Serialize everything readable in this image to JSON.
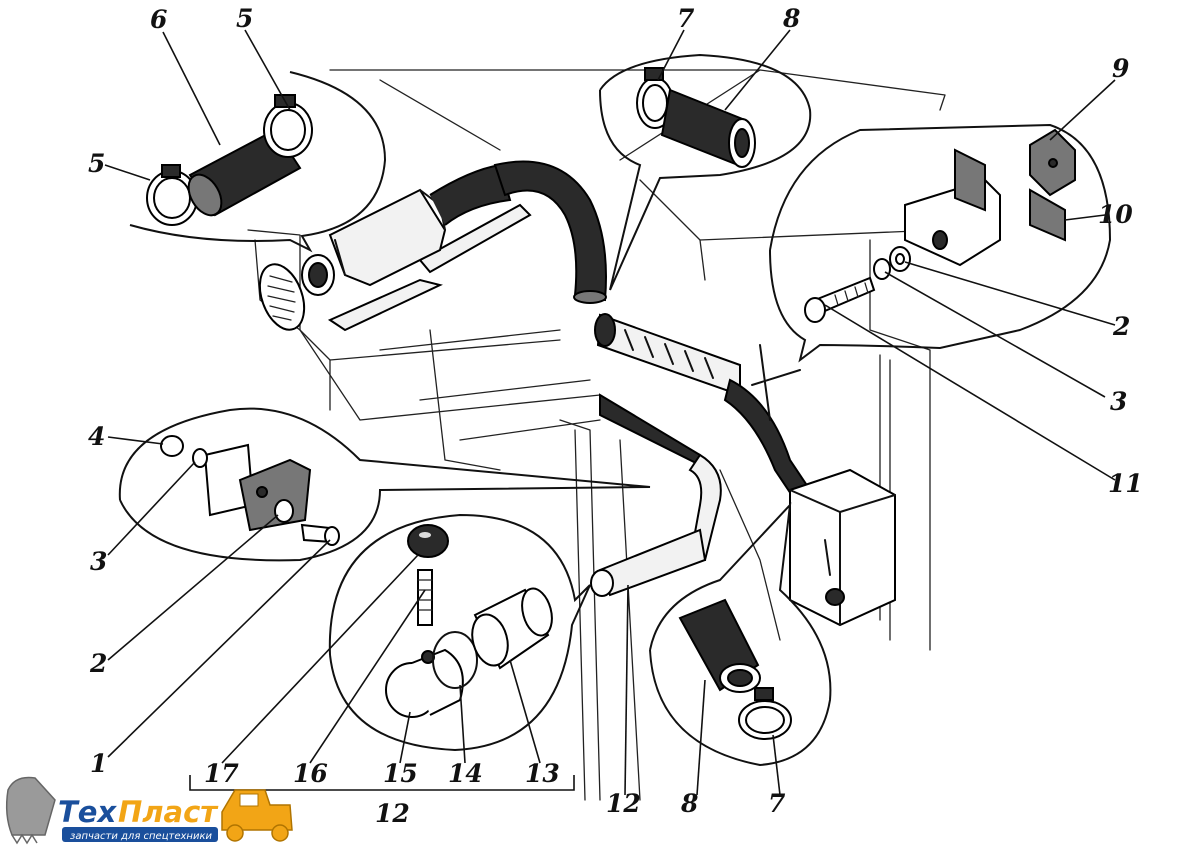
{
  "labels": {
    "n1": "1",
    "n2a": "2",
    "n2b": "2",
    "n3a": "3",
    "n3b": "3",
    "n4": "4",
    "n5a": "5",
    "n5b": "5",
    "n6": "6",
    "n7a": "7",
    "n7b": "7",
    "n8a": "8",
    "n8b": "8",
    "n9": "9",
    "n10": "10",
    "n11": "11",
    "n12a": "12",
    "n12b": "12",
    "n13": "13",
    "n14": "14",
    "n15": "15",
    "n16": "16",
    "n17": "17"
  },
  "logo": {
    "name": "ТехПласт",
    "name_part1": "Тех",
    "name_part2": "Пласт",
    "tagline": "запчасти для спецтехники",
    "colors": {
      "blue": "#1a4f9c",
      "orange": "#f2a516",
      "gray": "#9a9a9a"
    }
  }
}
